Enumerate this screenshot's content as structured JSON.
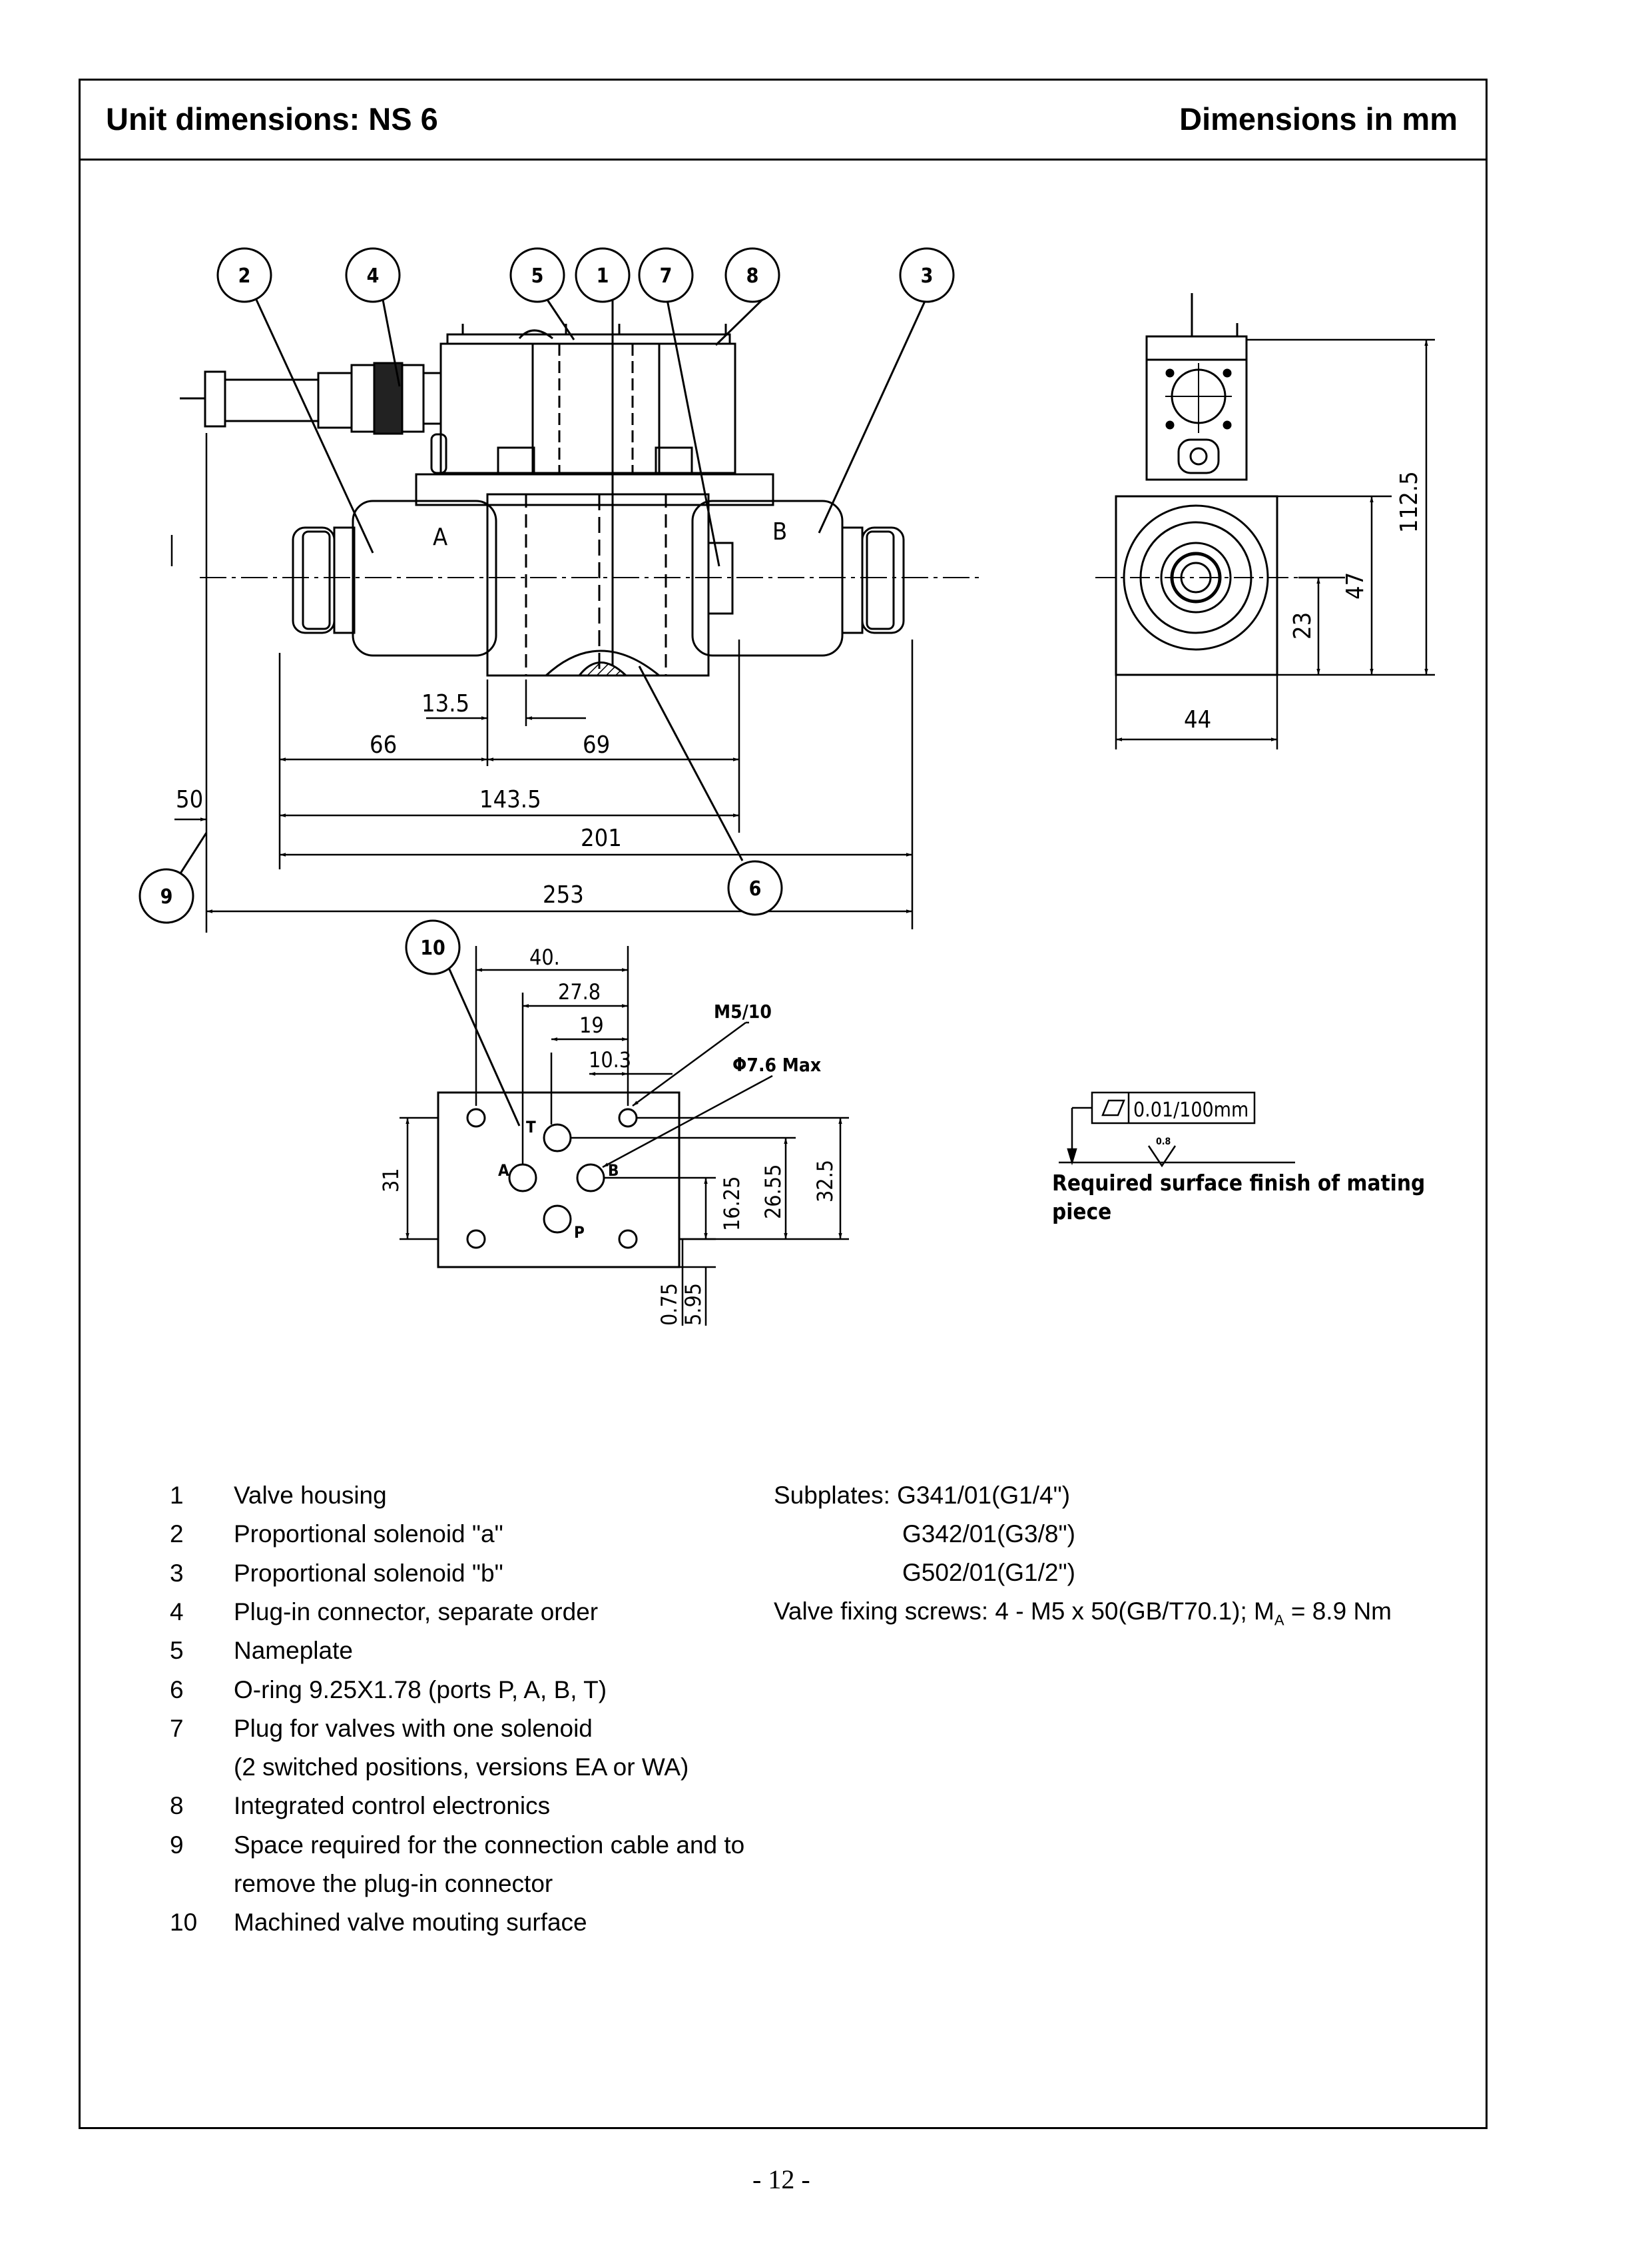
{
  "header": {
    "title": "Unit dimensions: NS 6",
    "units": "Dimensions in mm"
  },
  "drawing": {
    "callouts": [
      "1",
      "2",
      "3",
      "4",
      "5",
      "6",
      "7",
      "8",
      "9",
      "10"
    ],
    "port_letters": {
      "a": "A",
      "b": "B",
      "t": "T",
      "p": "P"
    },
    "dims": {
      "d13_5": "13.5",
      "d66": "66",
      "d69": "69",
      "d143_5": "143.5",
      "d201": "201",
      "d253": "253",
      "d50": "50",
      "d44": "44",
      "d23": "23",
      "d47": "47",
      "d112_5": "112.5",
      "d40": "40.",
      "d27_8": "27.8",
      "d19": "19",
      "d10_3": "10.3",
      "m5": "M5/10",
      "phi": "Φ7.6 Max",
      "d31": "31",
      "d16_25": "16.25",
      "d26_55": "26.55",
      "d32_5": "32.5",
      "d0_75": "0.75",
      "d5_95": "5.95"
    },
    "flatness": "0.01/100mm",
    "roughness": "0.8",
    "surface_note_1": "Required surface finish of mating",
    "surface_note_2": "piece"
  },
  "legend": [
    {
      "num": "1",
      "text": "Valve housing"
    },
    {
      "num": "2",
      "text": "Proportional solenoid \"a\""
    },
    {
      "num": "3",
      "text": "Proportional solenoid \"b\""
    },
    {
      "num": "4",
      "text": "Plug-in connector, separate order"
    },
    {
      "num": "5",
      "text": "Nameplate"
    },
    {
      "num": "6",
      "text": "O-ring 9.25X1.78 (ports P, A, B, T)"
    },
    {
      "num": "7",
      "text": "Plug for valves with one solenoid"
    },
    {
      "num": "",
      "text": "(2 switched positions, versions EA or WA)"
    },
    {
      "num": "8",
      "text": "Integrated control electronics"
    },
    {
      "num": "9",
      "text": "Space required for the connection cable and to"
    },
    {
      "num": "",
      "text": "remove the plug-in connector"
    },
    {
      "num": "10",
      "text": "Machined valve mouting surface"
    }
  ],
  "subplates": {
    "label": "Subplates: G341/01(G1/4\")",
    "item2": "G342/01(G3/8\")",
    "item3": "G502/01(G1/2\")",
    "screws": "Valve fixing screws: 4 - M5 x 50(GB/T70.1); M",
    "screws_sub": "A",
    "screws_tail": " = 8.9 Nm"
  },
  "page_number": "- 12 -"
}
